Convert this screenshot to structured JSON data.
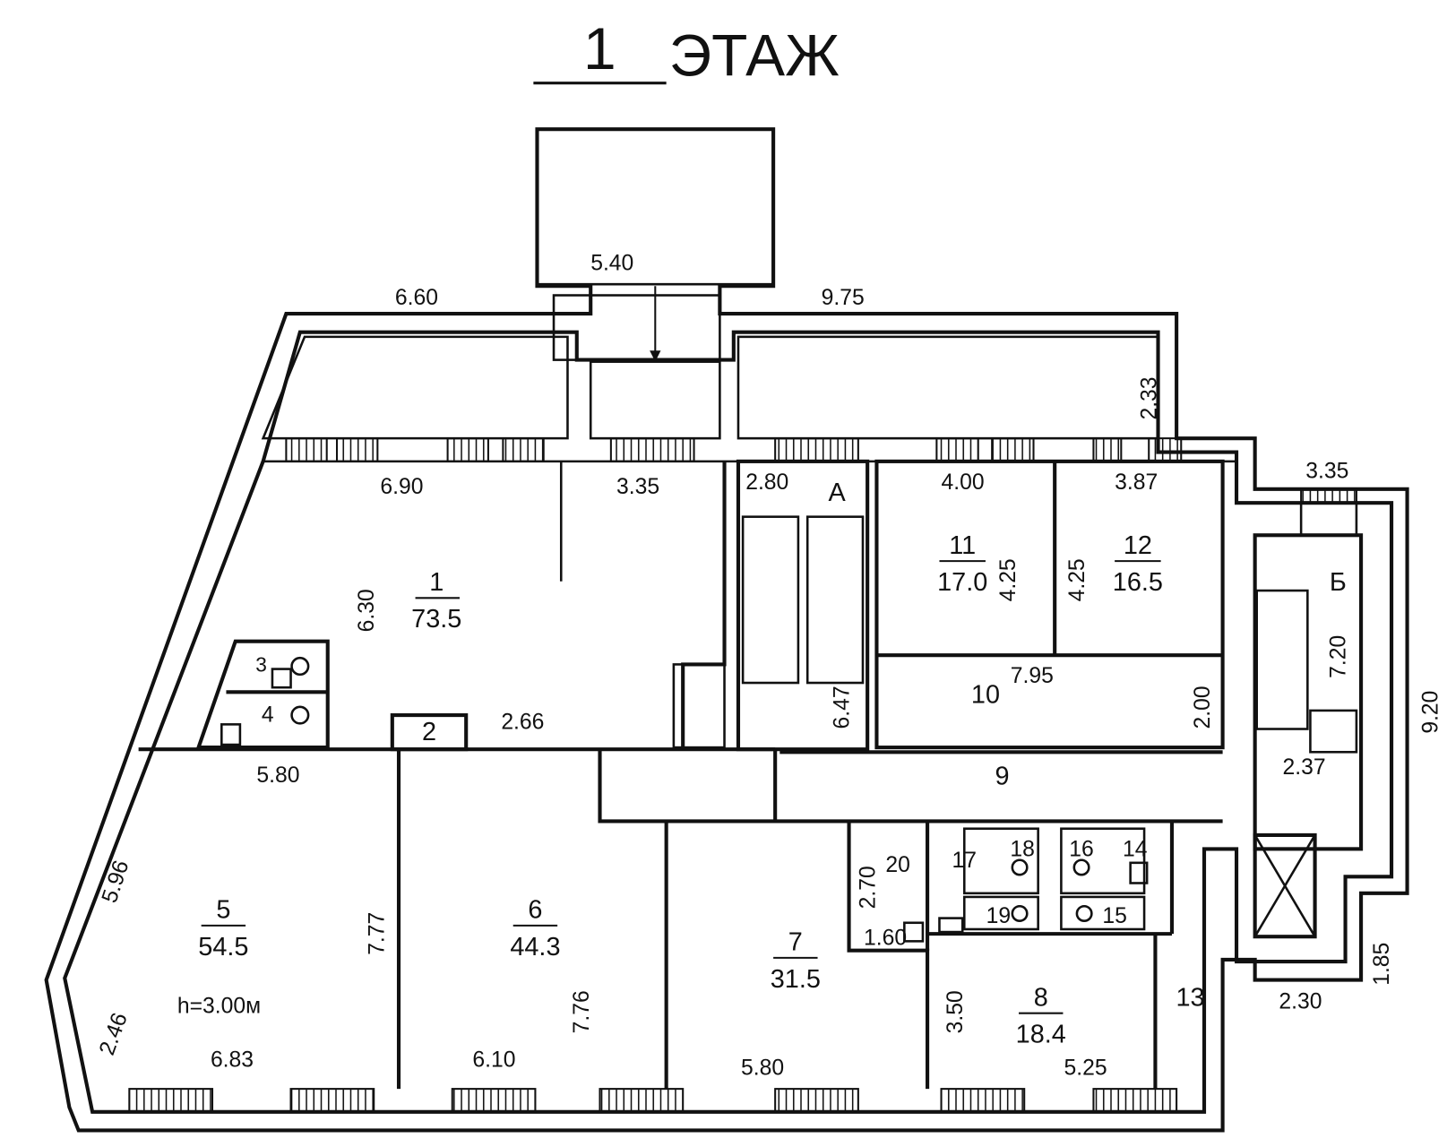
{
  "title": {
    "number": "1",
    "word": "ЭТАЖ"
  },
  "rooms": [
    {
      "number": "1",
      "area": "73.5"
    },
    {
      "number": "2"
    },
    {
      "number": "3"
    },
    {
      "number": "4"
    },
    {
      "number": "5",
      "area": "54.5"
    },
    {
      "number": "6",
      "area": "44.3"
    },
    {
      "number": "7",
      "area": "31.5"
    },
    {
      "number": "8",
      "area": "18.4"
    },
    {
      "number": "9"
    },
    {
      "number": "10"
    },
    {
      "number": "11",
      "area": "17.0"
    },
    {
      "number": "12",
      "area": "16.5"
    },
    {
      "number": "13"
    },
    {
      "number": "14"
    },
    {
      "number": "15"
    },
    {
      "number": "16"
    },
    {
      "number": "17"
    },
    {
      "number": "18"
    },
    {
      "number": "19"
    },
    {
      "number": "20"
    }
  ],
  "stairs": {
    "a": "А",
    "b": "Б"
  },
  "height_note": "h=3.00м",
  "dimensions": [
    "5.40",
    "6.60",
    "9.75",
    "6.90",
    "3.35",
    "2.80",
    "4.00",
    "3.87",
    "3.35",
    "7.95",
    "2.66",
    "5.80",
    "2.37",
    "1.60",
    "2.30",
    "6.83",
    "6.10",
    "5.80",
    "5.25",
    "2.33",
    "6.30",
    "4.25",
    "4.25",
    "7.20",
    "9.20",
    "6.47",
    "2.00",
    "7.77",
    "7.76",
    "3.50",
    "2.70",
    "1.85",
    "5.96",
    "2.46"
  ]
}
